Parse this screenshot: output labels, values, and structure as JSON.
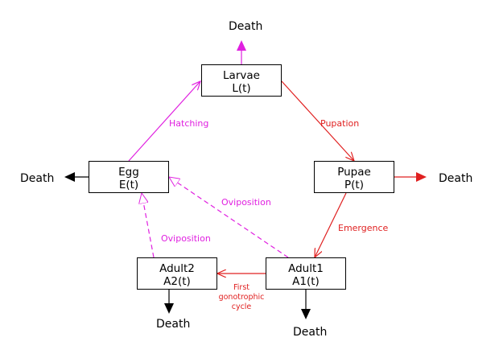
{
  "colors": {
    "magenta": "#e020e0",
    "red": "#e02020",
    "black": "#000000"
  },
  "nodes": {
    "larvae": {
      "name": "Larvae",
      "var": "L(t)"
    },
    "egg": {
      "name": "Egg",
      "var": "E(t)"
    },
    "pupae": {
      "name": "Pupae",
      "var": "P(t)"
    },
    "adult1": {
      "name": "Adult1",
      "var": "A1(t)"
    },
    "adult2": {
      "name": "Adult2",
      "var": "A2(t)"
    }
  },
  "edges": {
    "hatching": "Hatching",
    "pupation": "Pupation",
    "emergence": "Emergence",
    "oviposition_a1": "Oviposition",
    "oviposition_a2": "Oviposition",
    "first_cycle": [
      "First",
      "gonotrophic",
      "cycle"
    ]
  },
  "death": {
    "larvae": "Death",
    "egg": "Death",
    "pupae": "Death",
    "adult1": "Death",
    "adult2": "Death"
  }
}
